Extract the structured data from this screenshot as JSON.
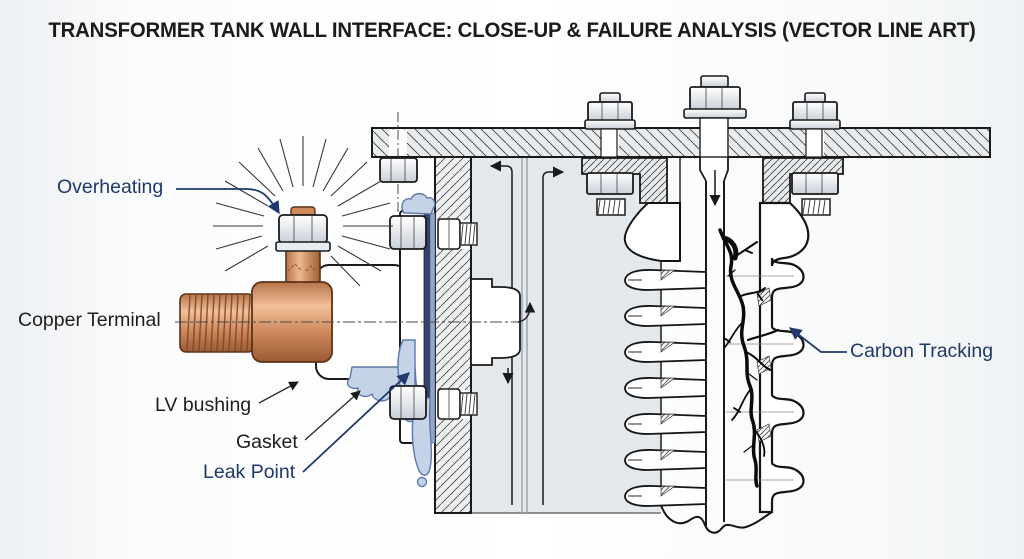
{
  "title": {
    "text": "TRANSFORMER TANK WALL INTERFACE: CLOSE-UP & FAILURE ANALYSIS (VECTOR LINE ART)"
  },
  "labels": {
    "overheating": {
      "text": "Overheating",
      "color": "#21386b"
    },
    "copper_terminal": {
      "text": "Copper Terminal",
      "color": "#1d1d1d"
    },
    "lv_bushing": {
      "text": "LV bushing",
      "color": "#1d1d1d"
    },
    "gasket": {
      "text": "Gasket",
      "color": "#1d1d1d"
    },
    "leak_point": {
      "text": "Leak Point",
      "color": "#21386b"
    },
    "carbon_tracking": {
      "text": "Carbon Tracking",
      "color": "#21386b"
    }
  },
  "colors": {
    "annotation_blue": "#21386b",
    "label_black": "#1d1d1d",
    "outline_black": "#1a1a1a",
    "copper": "#cf8a5c",
    "copper_shadow": "#9c5c36",
    "gasket_navy": "#33436b",
    "oil_leak_blue": "#c5d3e9",
    "tank_interior_gray": "#e3e8ec",
    "carbon_black": "#0b0b0b"
  }
}
